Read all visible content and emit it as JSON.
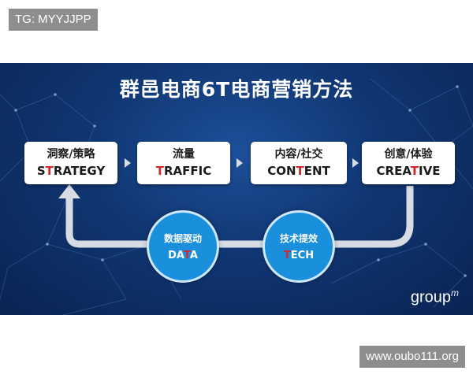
{
  "watermark_top": "TG: MYYJJPP",
  "watermark_bottom": "www.oubo111.org",
  "slide": {
    "title": "群邑电商6T电商营销方法",
    "logo_main": "group",
    "logo_sup": "m"
  },
  "steps": [
    {
      "cn": "洞察/策略",
      "en_pre": "S",
      "en_hl": "T",
      "en_post": "RATEGY"
    },
    {
      "cn": "流量",
      "en_pre": "",
      "en_hl": "T",
      "en_post": "RAFFIC"
    },
    {
      "cn": "内容/社交",
      "en_pre": "CON",
      "en_hl": "T",
      "en_post": "ENT"
    },
    {
      "cn": "创意/体验",
      "en_pre": "CREA",
      "en_hl": "T",
      "en_post": "IVE"
    }
  ],
  "circles": [
    {
      "cn": "数据驱动",
      "en_pre": "DA",
      "en_hl": "T",
      "en_post": "A"
    },
    {
      "cn": "技术提效",
      "en_pre": "",
      "en_hl": "T",
      "en_post": "ECH"
    }
  ],
  "colors": {
    "highlight": "#d4262b",
    "circle_fill": "#1a8fdc",
    "background": "#103672"
  }
}
